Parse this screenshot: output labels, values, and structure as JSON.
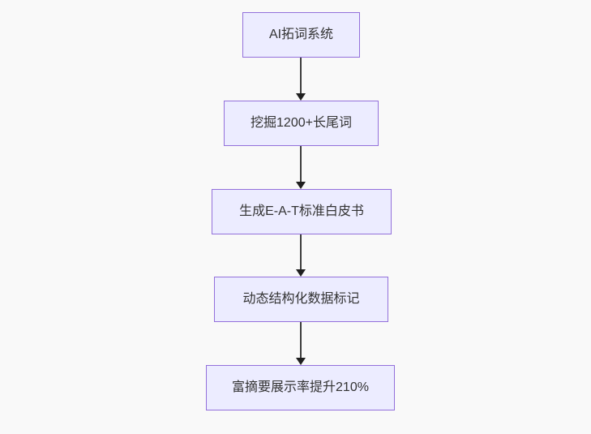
{
  "flowchart": {
    "type": "flowchart-top-down",
    "background_color": "#f9f9f9",
    "node_fill_color": "#ECECFF",
    "node_border_color": "#9370DB",
    "node_text_color": "#333333",
    "edge_color": "#333333",
    "nodes": [
      {
        "label": "AI拓词系统"
      },
      {
        "label": "挖掘1200+长尾词"
      },
      {
        "label": "生成E-A-T标准白皮书"
      },
      {
        "label": "动态结构化数据标记"
      },
      {
        "label": "富摘要展示率提升210%"
      }
    ],
    "edges": [
      {
        "from": "AI拓词系统",
        "to": "挖掘1200+长尾词"
      },
      {
        "from": "挖掘1200+长尾词",
        "to": "生成E-A-T标准白皮书"
      },
      {
        "from": "生成E-A-T标准白皮书",
        "to": "动态结构化数据标记"
      },
      {
        "from": "动态结构化数据标记",
        "to": "富摘要展示率提升210%"
      }
    ]
  }
}
